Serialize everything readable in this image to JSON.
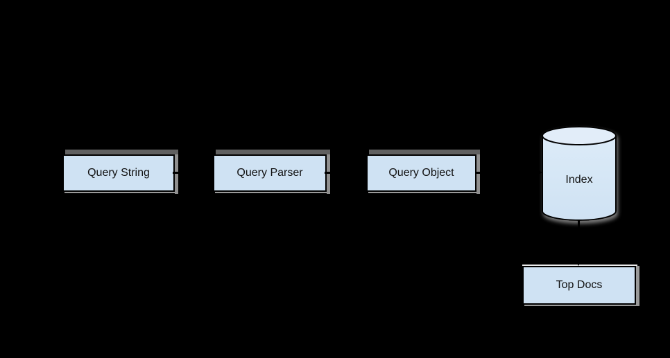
{
  "diagram": {
    "description": "Query processing flow diagram on black background",
    "nodes": {
      "query_string": {
        "label": "Query String",
        "type": "box"
      },
      "query_parser": {
        "label": "Query Parser",
        "type": "box"
      },
      "query_object": {
        "label": "Query Object",
        "type": "box"
      },
      "index": {
        "label": "Index",
        "type": "cylinder"
      },
      "top_docs": {
        "label": "Top Docs",
        "type": "box"
      }
    },
    "edges": [
      {
        "from": "query_string",
        "to": "query_parser",
        "direction": "right"
      },
      {
        "from": "query_parser",
        "to": "query_object",
        "direction": "right"
      },
      {
        "from": "query_object",
        "to": "index",
        "direction": "right"
      },
      {
        "from": "index",
        "to": "top_docs",
        "direction": "down"
      }
    ],
    "colors": {
      "background": "#000000",
      "node_fill": "#cfe2f3",
      "cylinder_top_fill": "#e2edf9",
      "node_border": "#000000",
      "shadow_dark": "#606060",
      "shadow_light": "#8f8f8f",
      "topdocs_highlight": "#ececec",
      "text": "#111111",
      "arrow": "#000000"
    }
  }
}
